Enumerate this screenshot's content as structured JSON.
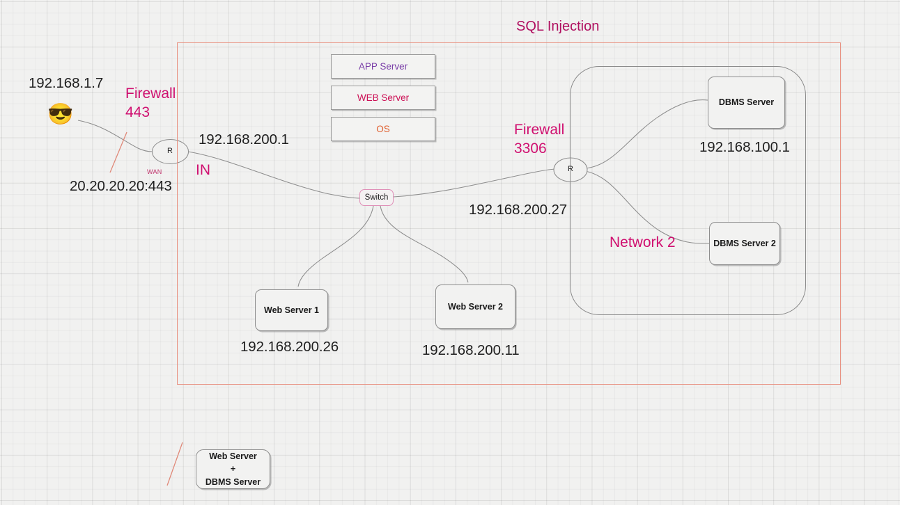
{
  "diagram": {
    "title": "SQL Injection",
    "client": {
      "ip": "192.168.1.7",
      "icon": "sunglasses-face-emoji",
      "public_address": "20.20.20.20:443"
    },
    "firewalls": [
      {
        "name": "Firewall",
        "port": "443"
      },
      {
        "name": "Firewall",
        "port": "3306"
      }
    ],
    "routers": [
      {
        "label": "R",
        "interface_tag": "WAN",
        "zone_tag": "IN",
        "lan_ip": "192.168.200.1"
      },
      {
        "label": "R",
        "lan_ip": "192.168.200.27"
      }
    ],
    "stack": [
      {
        "label": "APP Server",
        "color": "#7a3fa8"
      },
      {
        "label": "WEB Server",
        "color": "#cc1055"
      },
      {
        "label": "OS",
        "color": "#e06030"
      }
    ],
    "switch": {
      "label": "Switch"
    },
    "web_servers": [
      {
        "label": "Web Server 1",
        "ip": "192.168.200.26"
      },
      {
        "label": "Web Server 2",
        "ip": "192.168.200.11"
      }
    ],
    "network2": {
      "label": "Network 2",
      "dbms_servers": [
        {
          "label": "DBMS Server",
          "ip": "192.168.100.1"
        },
        {
          "label": "DBMS Server 2",
          "ip": ""
        }
      ]
    },
    "legend": {
      "line1": "Web Server",
      "line2": "+",
      "line3": "DBMS Server",
      "firewall_mark": "firewall-slash-icon"
    },
    "colors": {
      "accent": "#d01070",
      "title": "#b01060",
      "zone_border": "#e89080",
      "node_border": "#8e8e8e"
    }
  }
}
